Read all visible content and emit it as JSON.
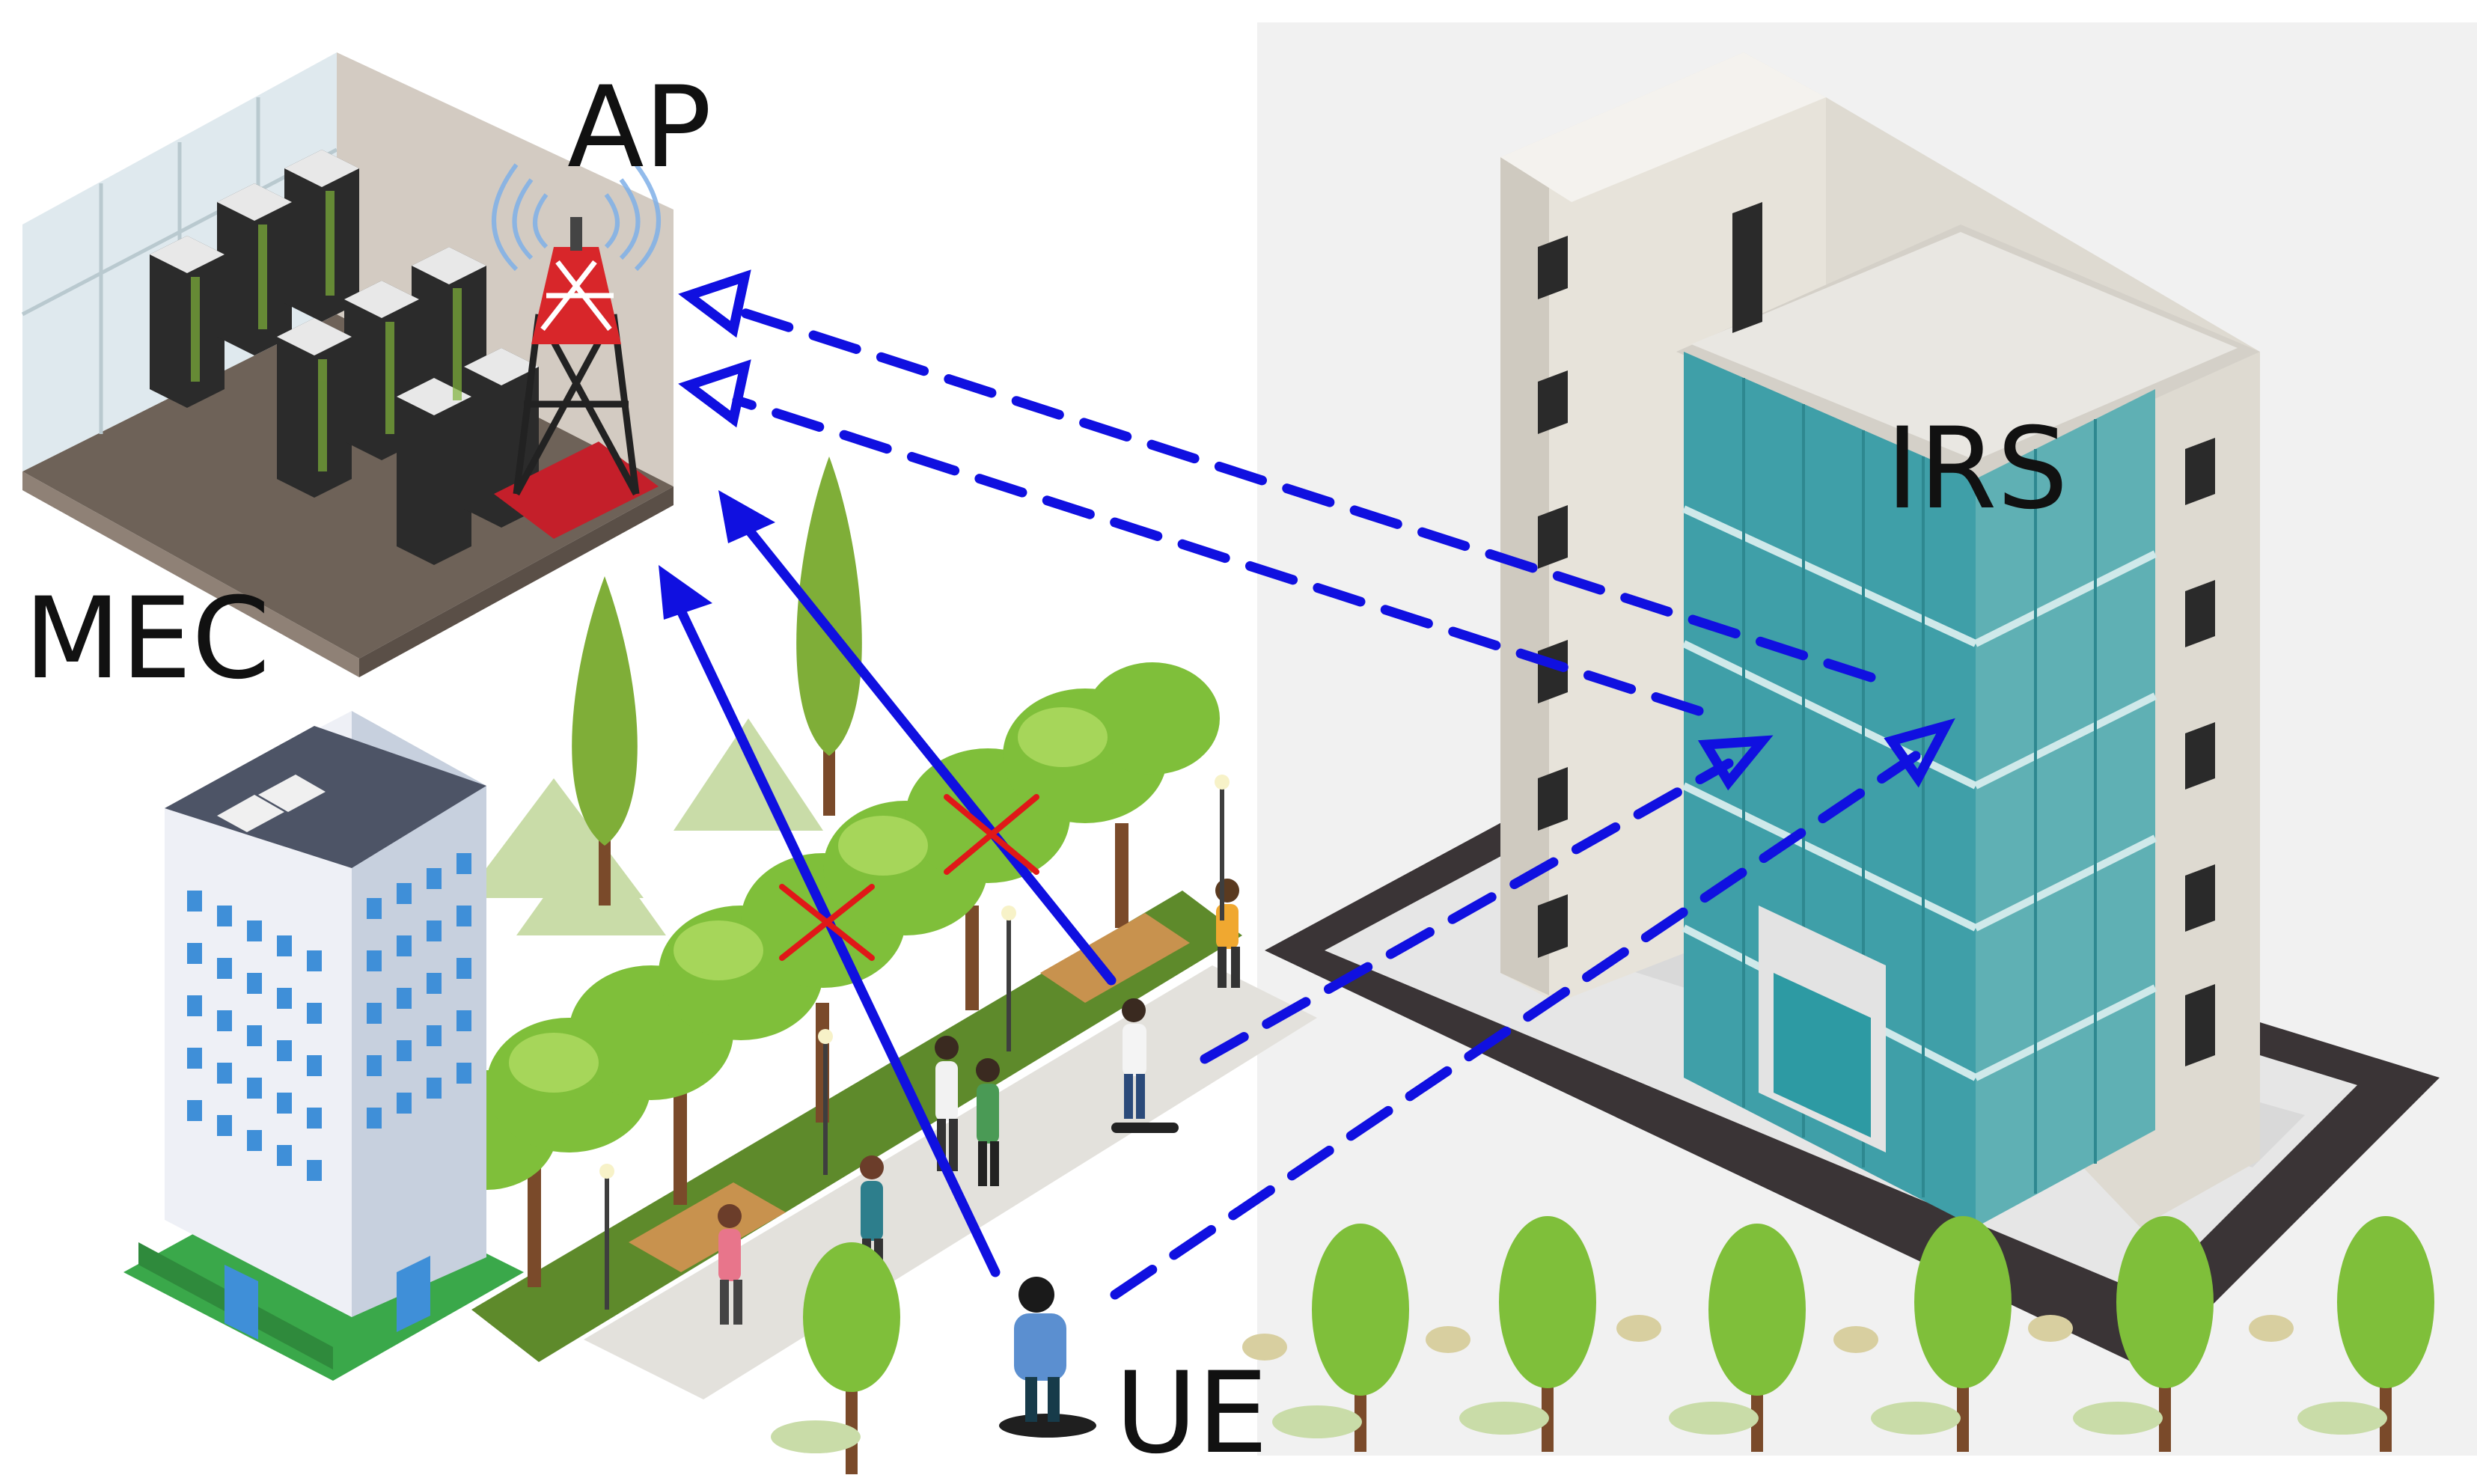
{
  "labels": {
    "ap": "AP",
    "mec": "MEC",
    "irs": "IRS",
    "ue": "UE"
  },
  "colors": {
    "link": "#1010e0",
    "blocked_mark": "#e01818",
    "tower": "#d8262a",
    "glass": "#3f9fa8",
    "tree": "#7fbf3a",
    "ground_panel": "#f1f1f1",
    "road": "#3a3436"
  },
  "links": [
    {
      "name": "direct-link-ue-ap",
      "style": "solid",
      "blocked": true
    },
    {
      "name": "direct-link-user2-ap",
      "style": "solid",
      "blocked": true
    },
    {
      "name": "ue-to-irs-link",
      "style": "dashed"
    },
    {
      "name": "user2-to-irs-link",
      "style": "dashed"
    },
    {
      "name": "irs-to-ap-link-1",
      "style": "dashed"
    },
    {
      "name": "irs-to-ap-link-2",
      "style": "dashed"
    }
  ]
}
